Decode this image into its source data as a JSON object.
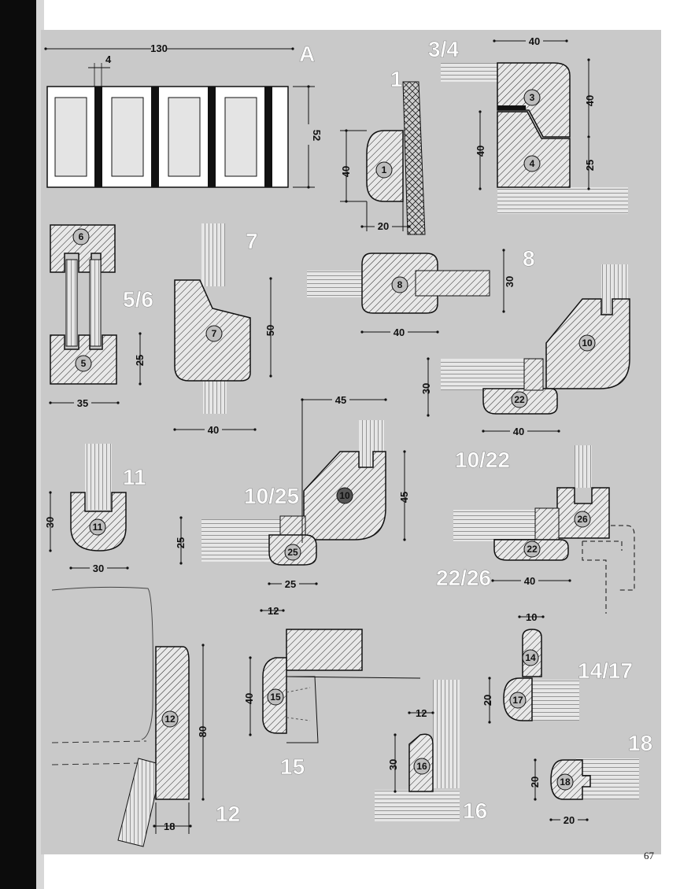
{
  "page_number": "67",
  "figure_labels": {
    "A": "A",
    "f1": "1",
    "f34": "3/4",
    "f56": "5/6",
    "f7": "7",
    "f8": "8",
    "f1022": "10/22",
    "f11": "11",
    "f1025": "10/25",
    "f2226": "22/26",
    "f12": "12",
    "f15": "15",
    "f16": "16",
    "f1417": "14/17",
    "f18": "18"
  },
  "dimensions": {
    "a_width": "130",
    "a_bar": "4",
    "a_height": "52",
    "f1_height": "40",
    "f1_width": "20",
    "f34_width": "40",
    "f34_upper": "40",
    "f34_left": "40",
    "f34_lower": "25",
    "f56_height": "25",
    "f56_width": "35",
    "f7_height": "50",
    "f7_width": "40",
    "f8_height": "30",
    "f8_width": "40",
    "f1022_height": "30",
    "f1022_width": "40",
    "f11_height": "30",
    "f11_width": "30",
    "f1025_width": "45",
    "f1025_height": "45",
    "f1025_left": "25",
    "f1025_bottom": "25",
    "f2226_width": "40",
    "f12_height": "80",
    "f12_width": "18",
    "f15_top": "12",
    "f15_height": "40",
    "f16_top": "12",
    "f16_height": "30",
    "f1417_top": "10",
    "f1417_height": "20",
    "f18_height": "20",
    "f18_width": "20"
  },
  "parts": {
    "p1": "1",
    "p3": "3",
    "p4": "4",
    "p5": "5",
    "p6": "6",
    "p7": "7",
    "p8": "8",
    "p10a": "10",
    "p10b": "10",
    "p11": "11",
    "p12": "12",
    "p14": "14",
    "p15": "15",
    "p16": "16",
    "p17": "17",
    "p18": "18",
    "p22a": "22",
    "p22b": "22",
    "p25": "25",
    "p26": "26"
  }
}
